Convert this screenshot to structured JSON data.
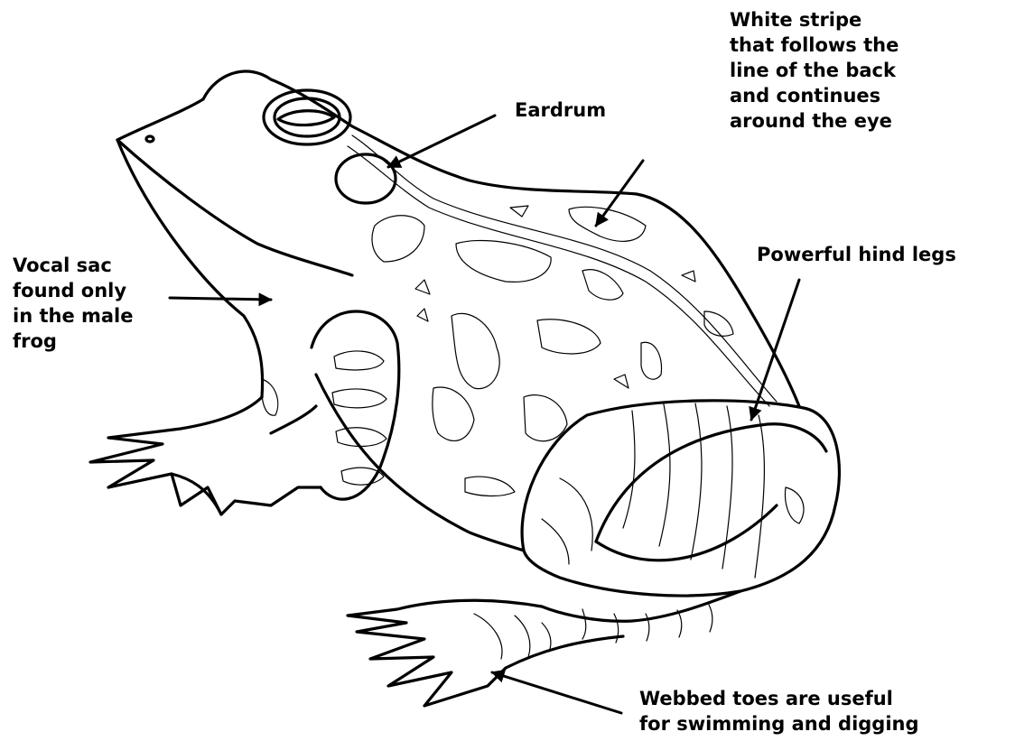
{
  "labels": {
    "white_stripe": "White stripe\nthat follows the\nline of the back\nand continues\naround the eye",
    "eardrum": "Eardrum",
    "powerful_hind_legs": "Powerful hind legs",
    "vocal_sac": "Vocal sac\nfound only\nin the male\nfrog",
    "webbed_toes": "Webbed toes are useful\nfor swimming and digging"
  },
  "colors": {
    "line": "#000000",
    "background": "#ffffff"
  }
}
